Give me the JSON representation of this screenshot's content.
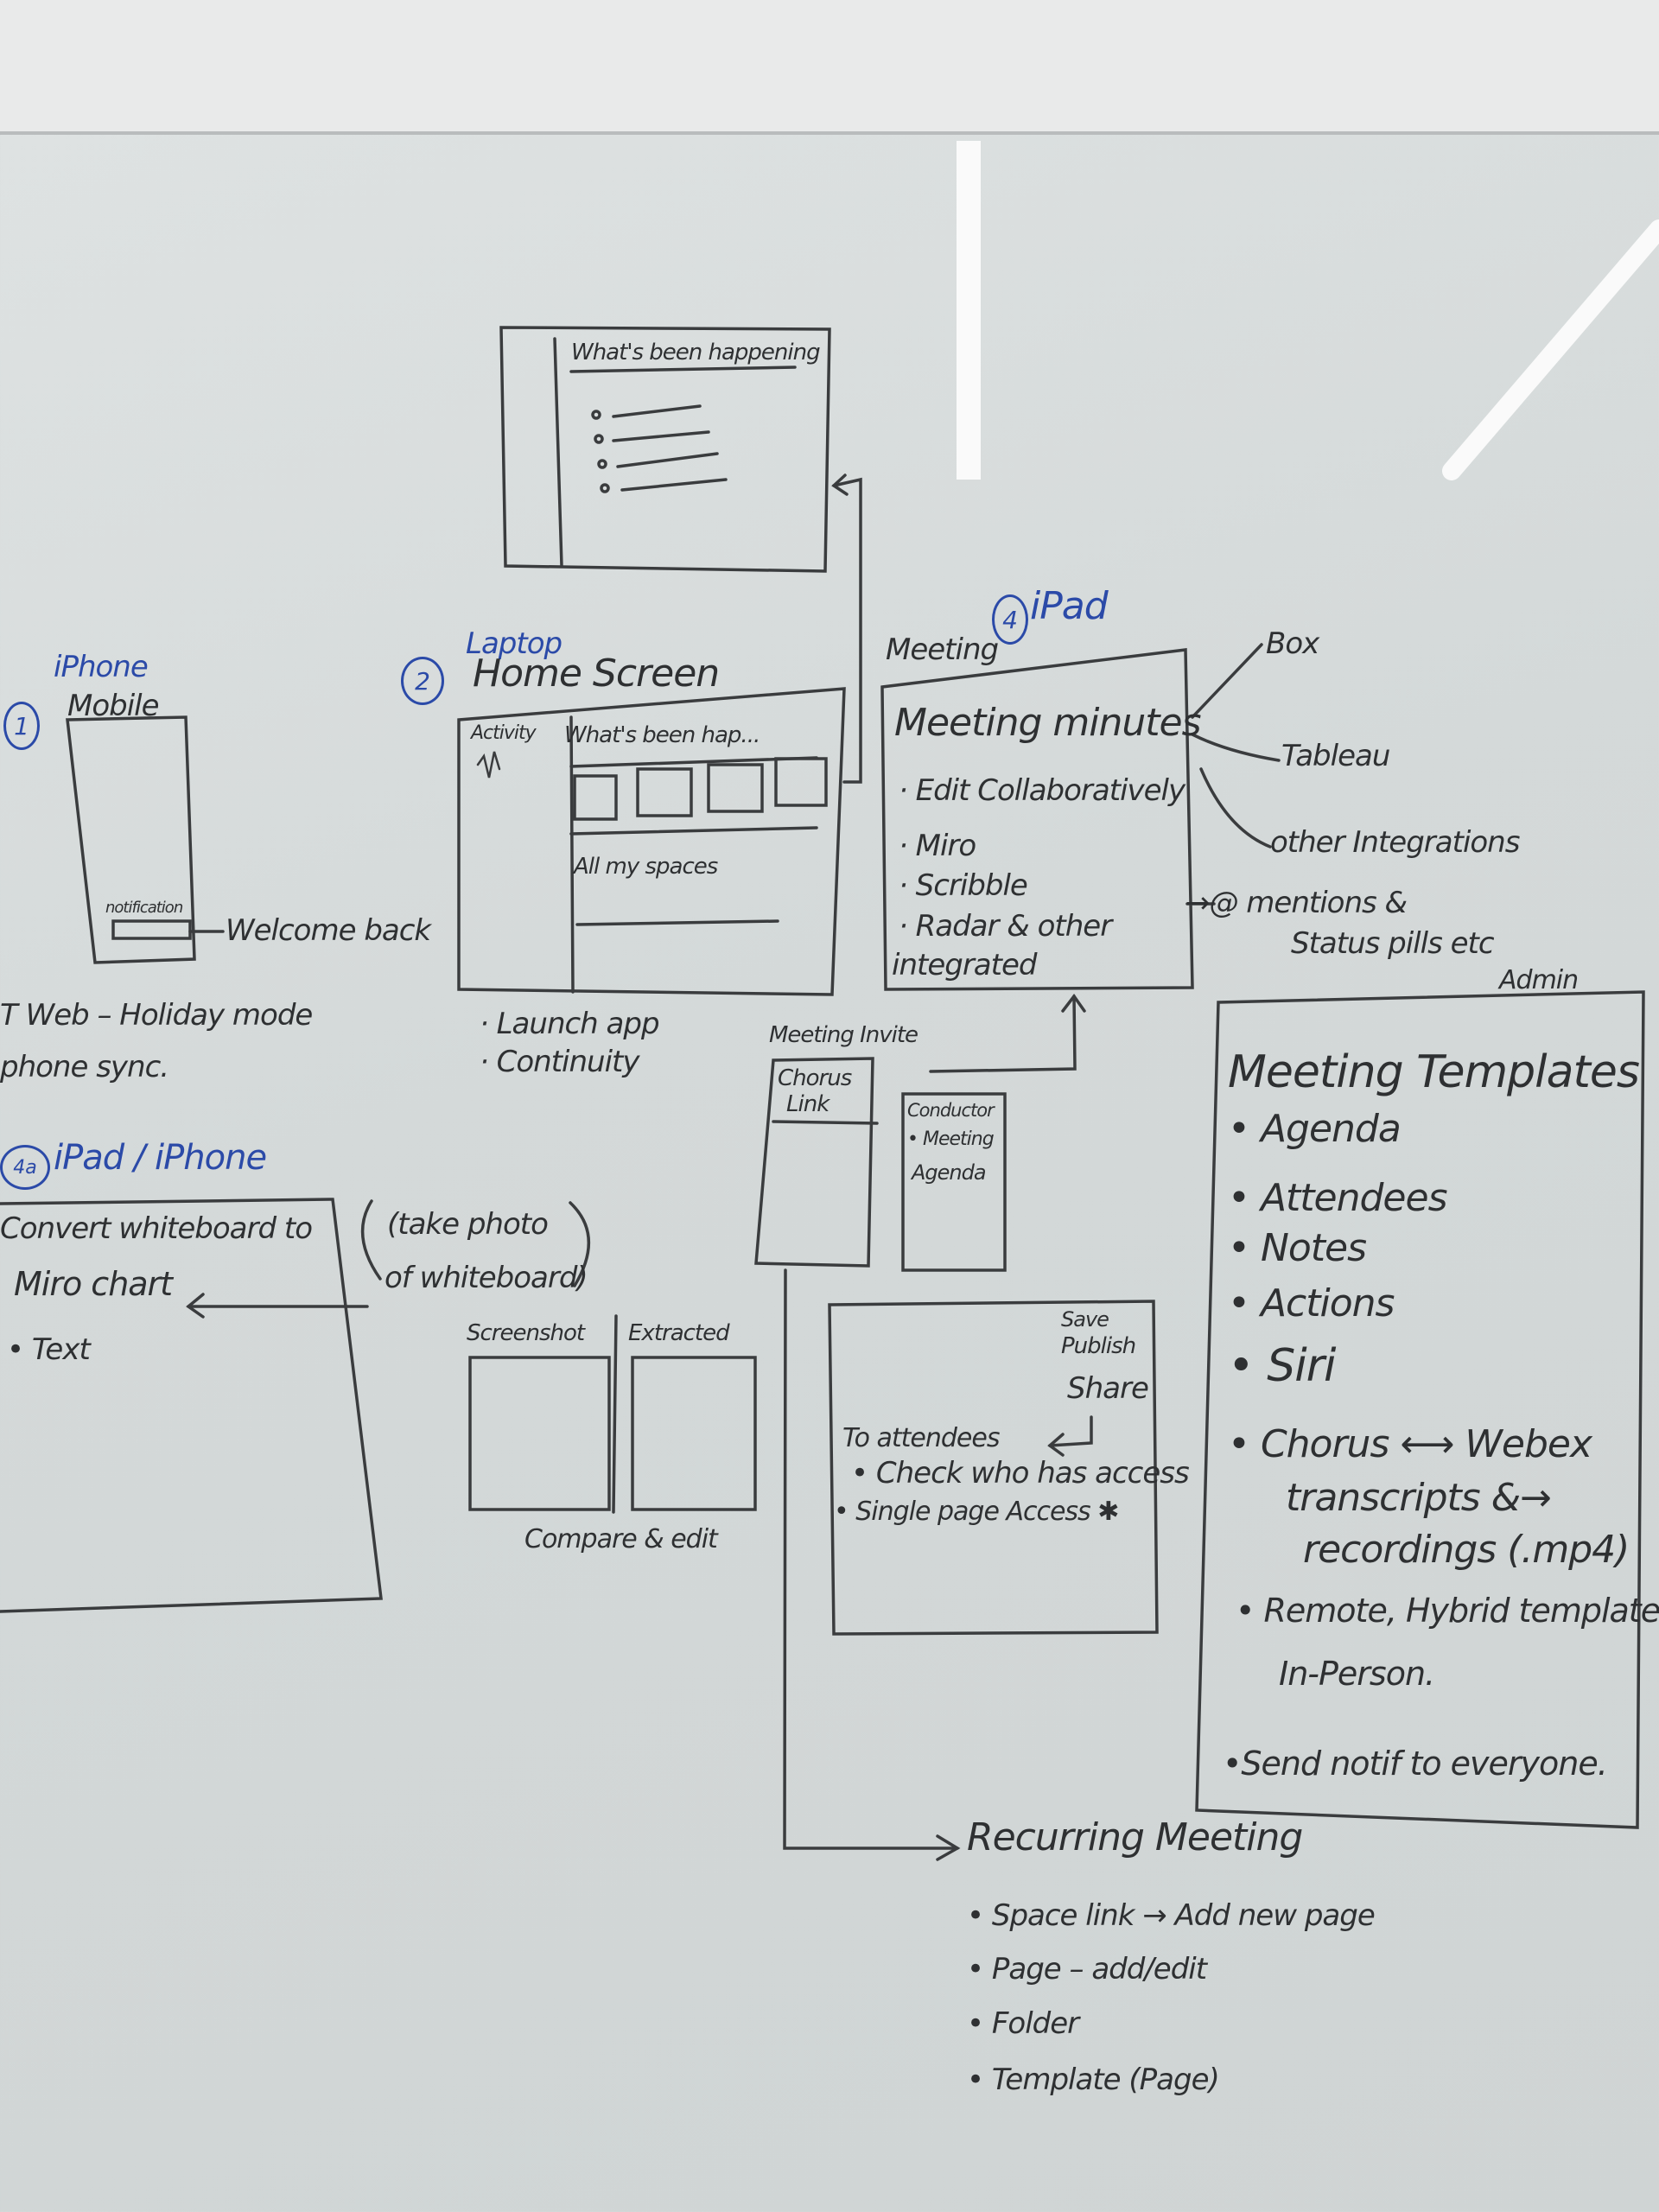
{
  "top_sketch": {
    "title": "What's been happening"
  },
  "iphone": {
    "number": "1",
    "device": "iPhone",
    "title": "Mobile",
    "notification": "notification",
    "callout": "Welcome back",
    "notes": [
      "T Web – Holiday mode",
      "phone sync."
    ]
  },
  "laptop": {
    "number": "2",
    "device": "Laptop",
    "title": "Home Screen",
    "sidebar": "Activity",
    "section1": "What's been hap...",
    "section2": "All my spaces",
    "notes": [
      "· Launch app",
      "· Continuity"
    ]
  },
  "ipad": {
    "number": "4",
    "device": "iPad",
    "label": "Meeting",
    "title": "Meeting minutes",
    "items": [
      "· Edit Collaboratively",
      "· Miro",
      "· Scribble",
      "· Radar & other",
      "integrated"
    ],
    "integrations": [
      "Box",
      "Tableau",
      "other Integrations"
    ],
    "mentions": [
      "→@ mentions &",
      "Status pills etc"
    ]
  },
  "admin": {
    "label": "Admin",
    "title": "Meeting Templates",
    "items": [
      "• Agenda",
      "• Attendees",
      "• Notes",
      "• Actions",
      "• Siri",
      "• Chorus ⟷ Webex",
      "transcripts &→",
      "recordings (.mp4)",
      "• Remote, Hybrid template",
      "In-Person.",
      "•Send notif to everyone."
    ]
  },
  "invite": {
    "label": "Meeting Invite",
    "link": [
      "Chorus",
      "Link"
    ],
    "conductor": [
      "Conductor",
      "• Meeting",
      "Agenda"
    ]
  },
  "share": {
    "actions": [
      "Save",
      "Publish",
      "Share"
    ],
    "heading": "To attendees",
    "items": [
      "• Check who has access",
      "• Single page Access ✱"
    ]
  },
  "recurring": {
    "title": "Recurring Meeting",
    "items": [
      "• Space link → Add new page",
      "• Page – add/edit",
      "• Folder",
      "• Template (Page)"
    ]
  },
  "whiteboard": {
    "number": "4a",
    "device": "iPad / iPhone",
    "lines": [
      "Convert whiteboard to",
      "Miro chart",
      "• Text"
    ],
    "photo_note": [
      "(take photo",
      "of whiteboard)"
    ],
    "screenshot": "Screenshot",
    "extracted": "Extracted",
    "compare": "Compare & edit"
  }
}
